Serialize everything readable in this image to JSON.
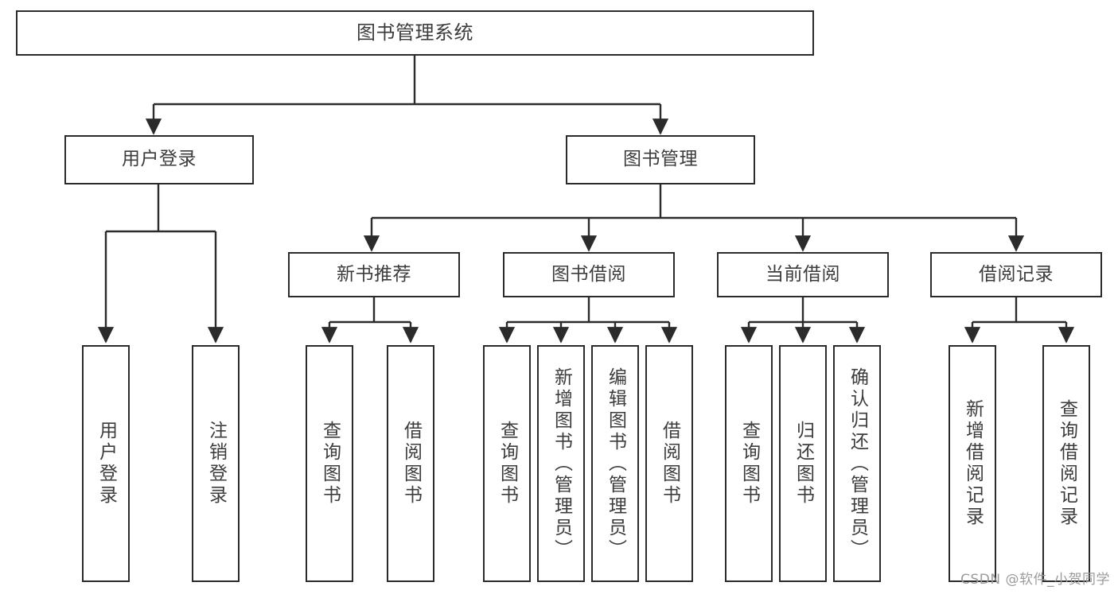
{
  "diagram": {
    "type": "tree",
    "title": "图书管理系统",
    "orientation": "top-down",
    "colors": {
      "box_border": "#2b2b2b",
      "box_fill": "#ffffff",
      "connector": "#2b2b2b",
      "text": "#3c3c3c",
      "watermark": "#9b9b9b",
      "background": "#ffffff"
    }
  },
  "nodes": {
    "root": {
      "label": "图书管理系统"
    },
    "level2": [
      {
        "label": "用户登录"
      },
      {
        "label": "图书管理"
      }
    ],
    "level3": [
      {
        "label": "新书推荐"
      },
      {
        "label": "图书借阅"
      },
      {
        "label": "当前借阅"
      },
      {
        "label": "借阅记录"
      }
    ],
    "leaves": {
      "user_login": [
        {
          "label": "用户登录"
        },
        {
          "label": "注销登录"
        }
      ],
      "new_book": [
        {
          "label": "查询图书"
        },
        {
          "label": "借阅图书"
        }
      ],
      "book_borrow": [
        {
          "label": "查询图书"
        },
        {
          "label": "新增图书（管理员）"
        },
        {
          "label": "编辑图书（管理员）"
        },
        {
          "label": "借阅图书"
        }
      ],
      "current_borrow": [
        {
          "label": "查询图书"
        },
        {
          "label": "归还图书"
        },
        {
          "label": "确认归还（管理员）"
        }
      ],
      "borrow_record": [
        {
          "label": "新增借阅记录"
        },
        {
          "label": "查询借阅记录"
        }
      ]
    }
  },
  "watermark": {
    "text": "CSDN @软件_小贺同学"
  }
}
